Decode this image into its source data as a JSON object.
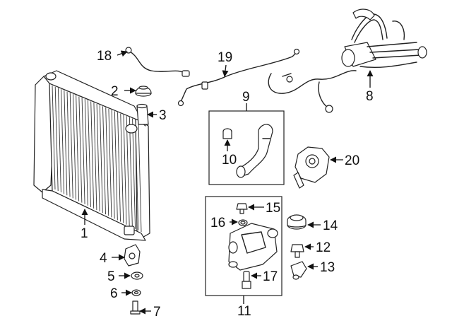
{
  "callouts": {
    "c1": "1",
    "c2": "2",
    "c3": "3",
    "c4": "4",
    "c5": "5",
    "c6": "6",
    "c7": "7",
    "c8": "8",
    "c9": "9",
    "c10": "10",
    "c11": "11",
    "c12": "12",
    "c13": "13",
    "c14": "14",
    "c15": "15",
    "c16": "16",
    "c17": "17",
    "c18": "18",
    "c19": "19",
    "c20": "20"
  },
  "colors": {
    "line": "#222222",
    "background": "#ffffff"
  }
}
